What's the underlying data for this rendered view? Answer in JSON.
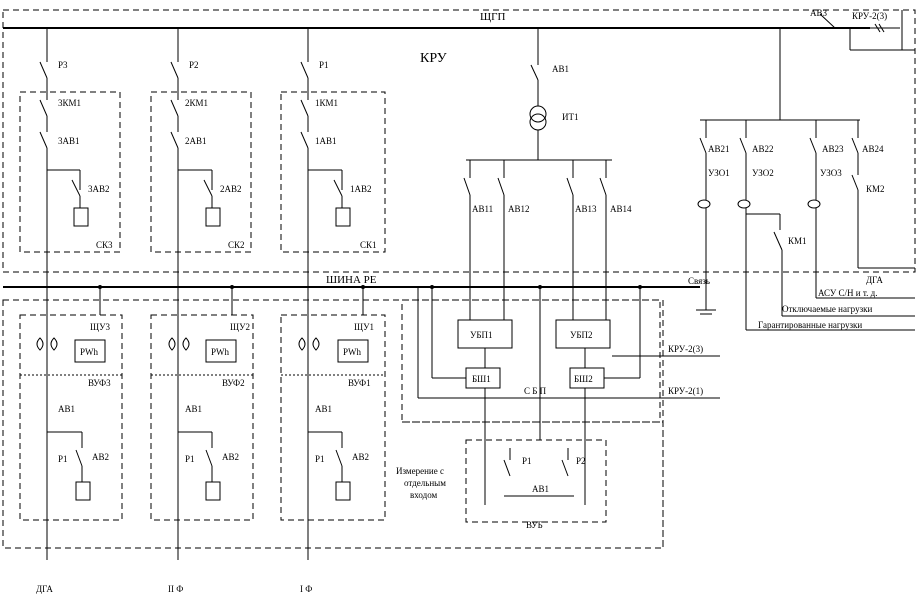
{
  "labels": {
    "shcgp": "ЩГП",
    "kru": "КРУ",
    "ab3_top": "АВ3",
    "kru2_3_top": "КРУ-2(3)",
    "ab1_top": "АВ1",
    "it1": "ИТ1",
    "shina_pe": "ШИНА PE",
    "svyaz": "Связь",
    "dga_right": "ДГА",
    "asu": "АСУ С/Н и т. д.",
    "otkl": "Отключаемые нагрузки",
    "garant": "Гарантированные нагрузки",
    "kru2_3_mid": "КРУ-2(3)",
    "kru2_1": "КРУ-2(1)",
    "sbp": "С Б П",
    "izm": "Измерение с",
    "izm2": "отдельным",
    "izm3": "входом",
    "vub": "ВУБ",
    "dga_bottom": "ДГА",
    "iif": "II Ф",
    "if": "I Ф"
  },
  "sk": [
    {
      "p": "Р3",
      "km": "3КМ1",
      "ab1": "3АВ1",
      "ab2": "3АВ2",
      "name": "СК3"
    },
    {
      "p": "Р2",
      "km": "2КМ1",
      "ab1": "2АВ1",
      "ab2": "2АВ2",
      "name": "СК2"
    },
    {
      "p": "Р1",
      "km": "1КМ1",
      "ab1": "1АВ1",
      "ab2": "1АВ2",
      "name": "СК1"
    }
  ],
  "shu": [
    {
      "shu": "ЩУ3",
      "pwh": "PWh",
      "vuf": "ВУФ3",
      "ab1": "АВ1",
      "p1": "Р1",
      "ab2": "АВ2"
    },
    {
      "shu": "ЩУ2",
      "pwh": "PWh",
      "vuf": "ВУФ2",
      "ab1": "АВ1",
      "p1": "Р1",
      "ab2": "АВ2"
    },
    {
      "shu": "ЩУ1",
      "pwh": "PWh",
      "vuf": "ВУФ1",
      "ab1": "АВ1",
      "p1": "Р1",
      "ab2": "АВ2"
    }
  ],
  "ab1x": [
    "АВ11",
    "АВ12",
    "АВ13",
    "АВ14"
  ],
  "ubp": [
    "УБП1",
    "УБП2"
  ],
  "bsh": [
    "БШ1",
    "БШ2"
  ],
  "ab2x": [
    "АВ21",
    "АВ22",
    "АВ23",
    "АВ24"
  ],
  "uzo": [
    "УЗО1",
    "УЗО2",
    "УЗО3"
  ],
  "km": [
    "КМ1",
    "КМ2"
  ],
  "vub_items": {
    "p1": "Р1",
    "p2": "Р2",
    "ab1": "АВ1"
  }
}
